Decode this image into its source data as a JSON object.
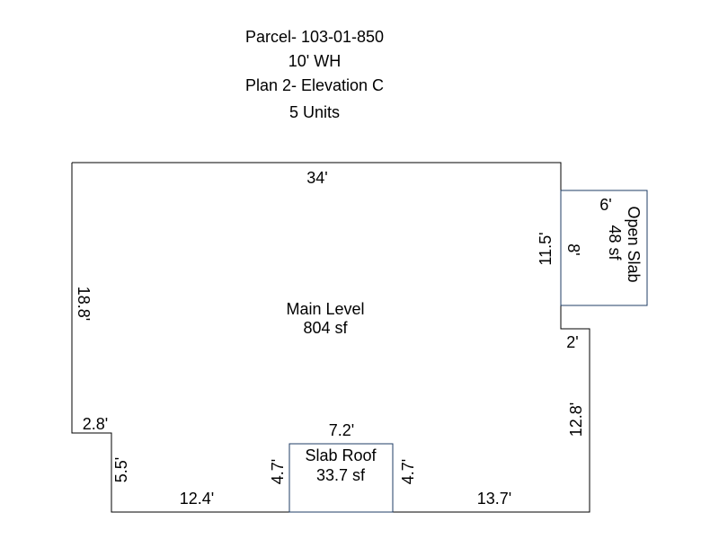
{
  "header": {
    "parcel": "Parcel- 103-01-850",
    "wall_height": "10' WH",
    "plan": "Plan 2- Elevation C",
    "units": "5 Units"
  },
  "main_area": {
    "name": "Main Level",
    "area": "804 sf"
  },
  "open_slab": {
    "name": "Open Slab",
    "area": "48 sf",
    "width": "6'",
    "depth": "8'"
  },
  "slab_roof": {
    "name": "Slab Roof",
    "area": "33.7 sf",
    "width": "7.2'",
    "left_depth": "4.7'",
    "right_depth": "4.7'"
  },
  "dimensions": {
    "top": "34'",
    "left": "18.8'",
    "right_upper": "11.5'",
    "right_jog": "2'",
    "right_lower": "12.8'",
    "bottom_left_jog": "2.8'",
    "bottom_left_drop": "5.5'",
    "bottom_left": "12.4'",
    "bottom_right": "13.7'"
  },
  "colors": {
    "main_outline": "#000000",
    "addition_outline": "#1f3c66"
  }
}
